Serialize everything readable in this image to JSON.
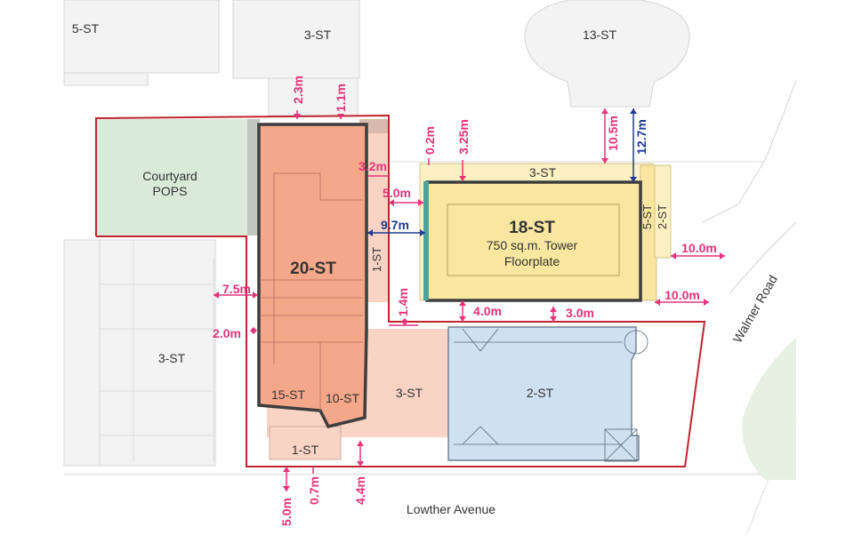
{
  "labels": {
    "st5_nw": "5-ST",
    "st3_n": "3-ST",
    "st13_ne": "13-ST",
    "courtyard_1": "Courtyard",
    "courtyard_2": "POPS",
    "st20": "20-ST",
    "st1_mid": "1-ST",
    "st3_w": "3-ST",
    "st15": "15-ST",
    "st10": "10-ST",
    "st3_s": "3-ST",
    "st1_s": "1-ST",
    "st2": "2-ST",
    "st3_podium": "3-ST",
    "st5_side": "5-ST",
    "st2_side": "2-ST",
    "st18": "18-ST",
    "tower_1": "750 sq.m. Tower",
    "tower_2": "Floorplate",
    "walmer": "Walmer Road",
    "lowther": "Lowther Avenue"
  },
  "dims": {
    "d_2_3": "2.3m",
    "d_1_1": "1.1m",
    "d_0_2": "0.2m",
    "d_3_25": "3.25m",
    "d_10_5": "10.5m",
    "d_12_7": "12.7m",
    "d_3_2": "3.2m",
    "d_5_0a": "5.0m",
    "d_9_7": "9.7m",
    "d_10_0a": "10.0m",
    "d_10_0b": "10.0m",
    "d_7_5": "7.5m",
    "d_1_4": "1.4m",
    "d_4_0": "4.0m",
    "d_3_0": "3.0m",
    "d_2_0": "2.0m",
    "d_5_0b": "5.0m",
    "d_0_7": "0.7m",
    "d_4_4": "4.4m"
  },
  "colors": {
    "pink": "#e6337a",
    "navy": "#1f3a93",
    "site_red": "#c0242e",
    "tower20": "#f5a78a",
    "podium": "#f9d4c4",
    "tower18": "#f9e79f",
    "church": "#cfe0f1",
    "pops": "#d9ead9"
  }
}
